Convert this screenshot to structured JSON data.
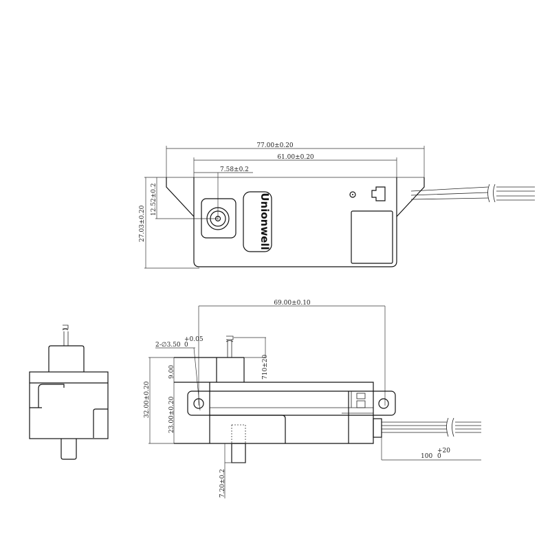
{
  "drawing": {
    "brand_logo": "Unionwell",
    "top_view": {
      "overall_length": "77.00±0.20",
      "body_length": "61.00±0.20",
      "connector_offset": "7.58±0.2",
      "connector_height": "12.52±0.2",
      "overall_height": "27.03±0.20"
    },
    "front_view": {
      "hole_spacing": "69.00±0.10",
      "hole_spec": "2-∅3.50",
      "hole_tolerance": "+0.05",
      "hole_tolerance_lower": "0",
      "total_height": "32.00±0.20",
      "top_block_height": "9.00",
      "body_height": "23.00±0.20",
      "wire_length_top": "710±20",
      "wire_length": "100",
      "wire_tolerance": "+20",
      "wire_tolerance_lower": "0",
      "post_length": "7.20±0.2"
    }
  }
}
